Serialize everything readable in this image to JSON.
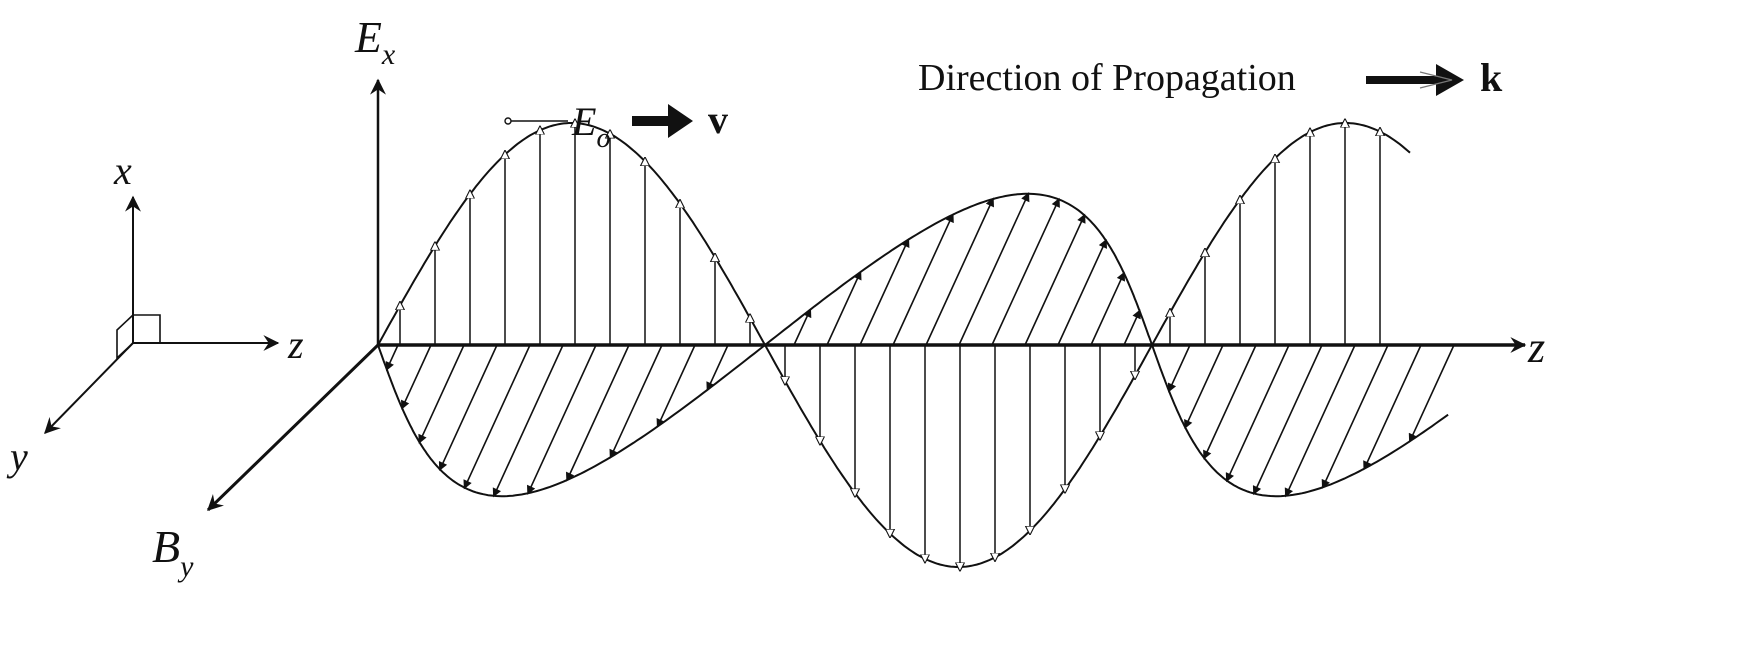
{
  "colors": {
    "ink": "#111111",
    "background": "#ffffff",
    "arrow_fill_open": "#ffffff"
  },
  "labels": {
    "ex_main": "E",
    "ex_sub": "x",
    "eo_main": "E",
    "eo_sub": "o",
    "velocity": "v",
    "direction": "Direction of Propagation",
    "k": "k",
    "x_axis": "x",
    "z_axis_small": "z",
    "y_axis": "y",
    "z_axis_main": "z",
    "by_main": "B",
    "by_sub": "y"
  },
  "icons": {
    "velocity_arrow": "thick-right-arrow-icon",
    "propagation_arrow": "thick-right-arrow-icon"
  }
}
